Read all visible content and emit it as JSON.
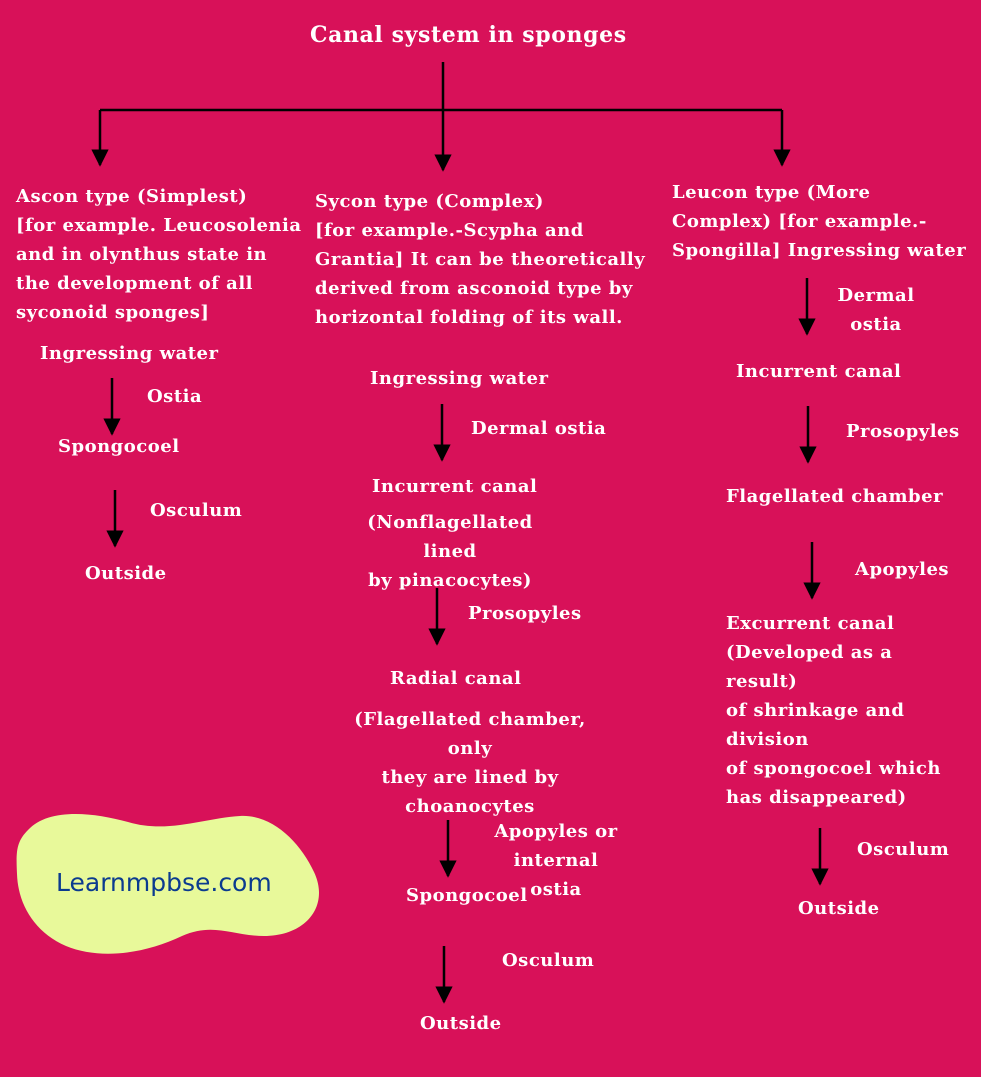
{
  "title": "Canal system in sponges",
  "ascon": {
    "heading": "Ascon type (Simplest)\n[for example. Leucosolenia\nand in olynthus state in\nthe development of all\nsyconoid sponges]",
    "steps": [
      "Ingressing water",
      "Spongocoel",
      "Outside"
    ],
    "arrow_labels": [
      "Ostia",
      "Osculum"
    ]
  },
  "sycon": {
    "heading": "Sycon type (Complex)\n[for example.-Scypha and\nGrantia] It can be theoretically\nderived from asconoid type by\nhorizontal folding of its wall.",
    "steps": [
      "Ingressing water",
      "Incurrent canal",
      "Radial canal",
      "Spongocoel",
      "Outside"
    ],
    "notes": [
      "(Nonflagellated lined\nby pinacocytes)",
      "(Flagellated chamber, only\nthey are lined by\nchoanocytes"
    ],
    "arrow_labels": [
      "Dermal ostia",
      "Prosopyles",
      "Apopyles or\ninternal ostia",
      "Osculum"
    ]
  },
  "leucon": {
    "heading": "Leucon type (More\nComplex) [for example.-\nSpongilla] Ingressing water",
    "steps": [
      "Incurrent canal",
      "Flagellated chamber",
      "Excurrent canal\n(Developed as a\nresult)\nof shrinkage and\ndivision\nof spongocoel which\nhas disappeared)",
      "Outside"
    ],
    "arrow_labels": [
      "Dermal\nostia",
      "Prosopyles",
      "Apopyles",
      "Osculum"
    ]
  },
  "logo": {
    "text": "Learnmpbse.com",
    "blob_color": "#E8F99A",
    "text_color": "#0B3B8F"
  },
  "colors": {
    "background": "#D81159",
    "text": "#FFFFFF",
    "arrow": "#000000"
  }
}
